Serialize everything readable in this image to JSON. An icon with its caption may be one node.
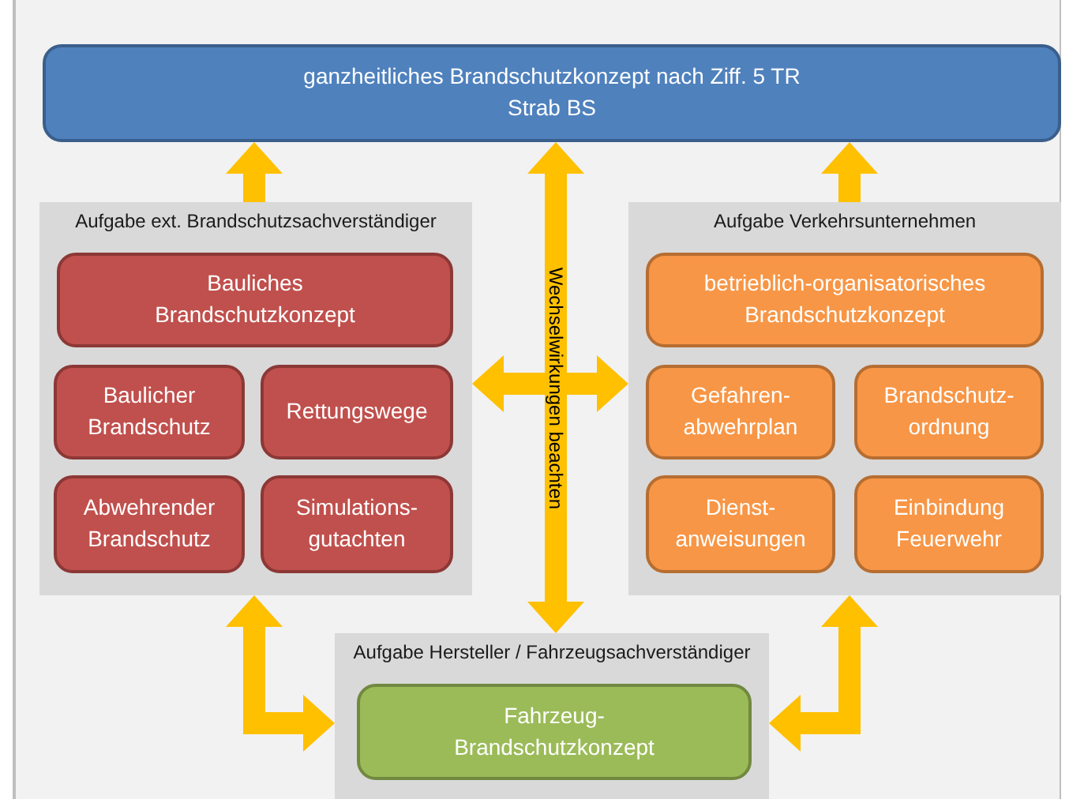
{
  "diagram": {
    "nodes": [
      {
        "text": [
          "ganzheitliches Brandschutzkonzept nach Ziff. 5 TR Strab BS"
        ]
      },
      {
        "text": [
          "Aufgabe ext. Brandschutzsachverständiger"
        ]
      },
      {
        "text": [
          "Bauliches Brandschutzkonzept"
        ],
        "in": 1
      },
      {
        "text": [
          "Baulicher Brandschutz"
        ],
        "in": 1
      },
      {
        "text": [
          "Rettungswege"
        ],
        "in": 1
      },
      {
        "text": [
          "Abwehrender Brandschutz"
        ],
        "in": 1
      },
      {
        "text": [
          "Simulations-gutachten"
        ],
        "in": 1
      },
      {
        "text": [
          "Aufgabe Verkehrsunternehmen"
        ]
      },
      {
        "text": [
          "betrieblich-organisatorisches Brandschutzkonzept"
        ],
        "in": 7
      },
      {
        "text": [
          "Gefahren-abwehrplan"
        ],
        "in": 7
      },
      {
        "text": [
          "Brandschutz-ordnung"
        ],
        "in": 7
      },
      {
        "text": [
          "Dienst-anweisungen"
        ],
        "in": 7
      },
      {
        "text": [
          "Einbindung Feuerwehr"
        ],
        "in": 7
      },
      {
        "text": [
          "Aufgabe Hersteller / Fahrzeugsachverständiger"
        ]
      },
      {
        "text": [
          "Fahrzeug-Brandschutzkonzept"
        ],
        "in": 13
      }
    ],
    "edges": [
      {
        "from": 1,
        "to": 0,
        "arrow": "to"
      },
      {
        "from": 7,
        "to": 0,
        "arrow": "to"
      },
      {
        "from": 13,
        "to": 0,
        "arrow": "both",
        "label": "Wechselwirkungen beachten"
      },
      {
        "from": 1,
        "to": 7,
        "arrow": "both"
      },
      {
        "from": 1,
        "to": 13,
        "arrow": "both"
      },
      {
        "from": 7,
        "to": 13,
        "arrow": "both"
      }
    ]
  }
}
